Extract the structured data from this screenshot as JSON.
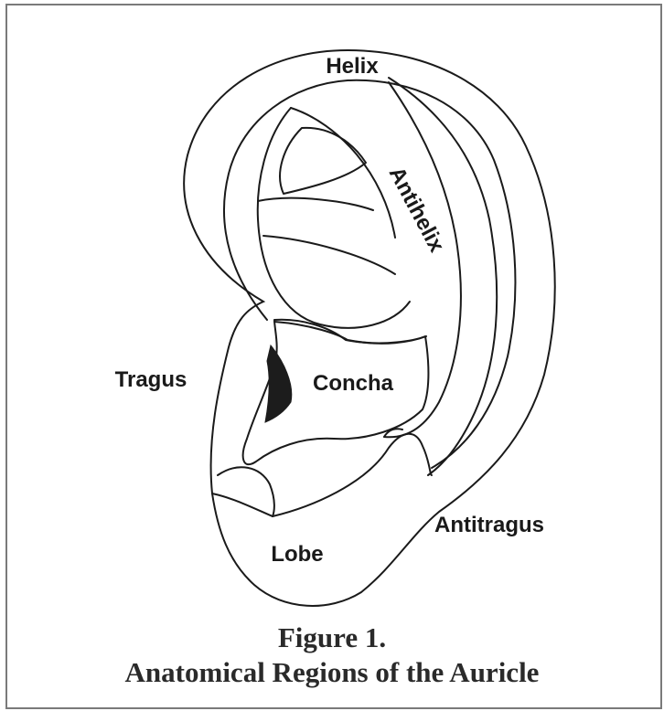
{
  "figure": {
    "number_label": "Figure 1.",
    "title": "Anatomical Regions of the Auricle"
  },
  "labels": {
    "helix": "Helix",
    "antihelix": "Antihelix",
    "tragus": "Tragus",
    "concha": "Concha",
    "antitragus": "Antitragus",
    "lobe": "Lobe"
  },
  "colors": {
    "line": "#1a1a1a",
    "border": "#7a7a7a",
    "background": "#ffffff"
  }
}
